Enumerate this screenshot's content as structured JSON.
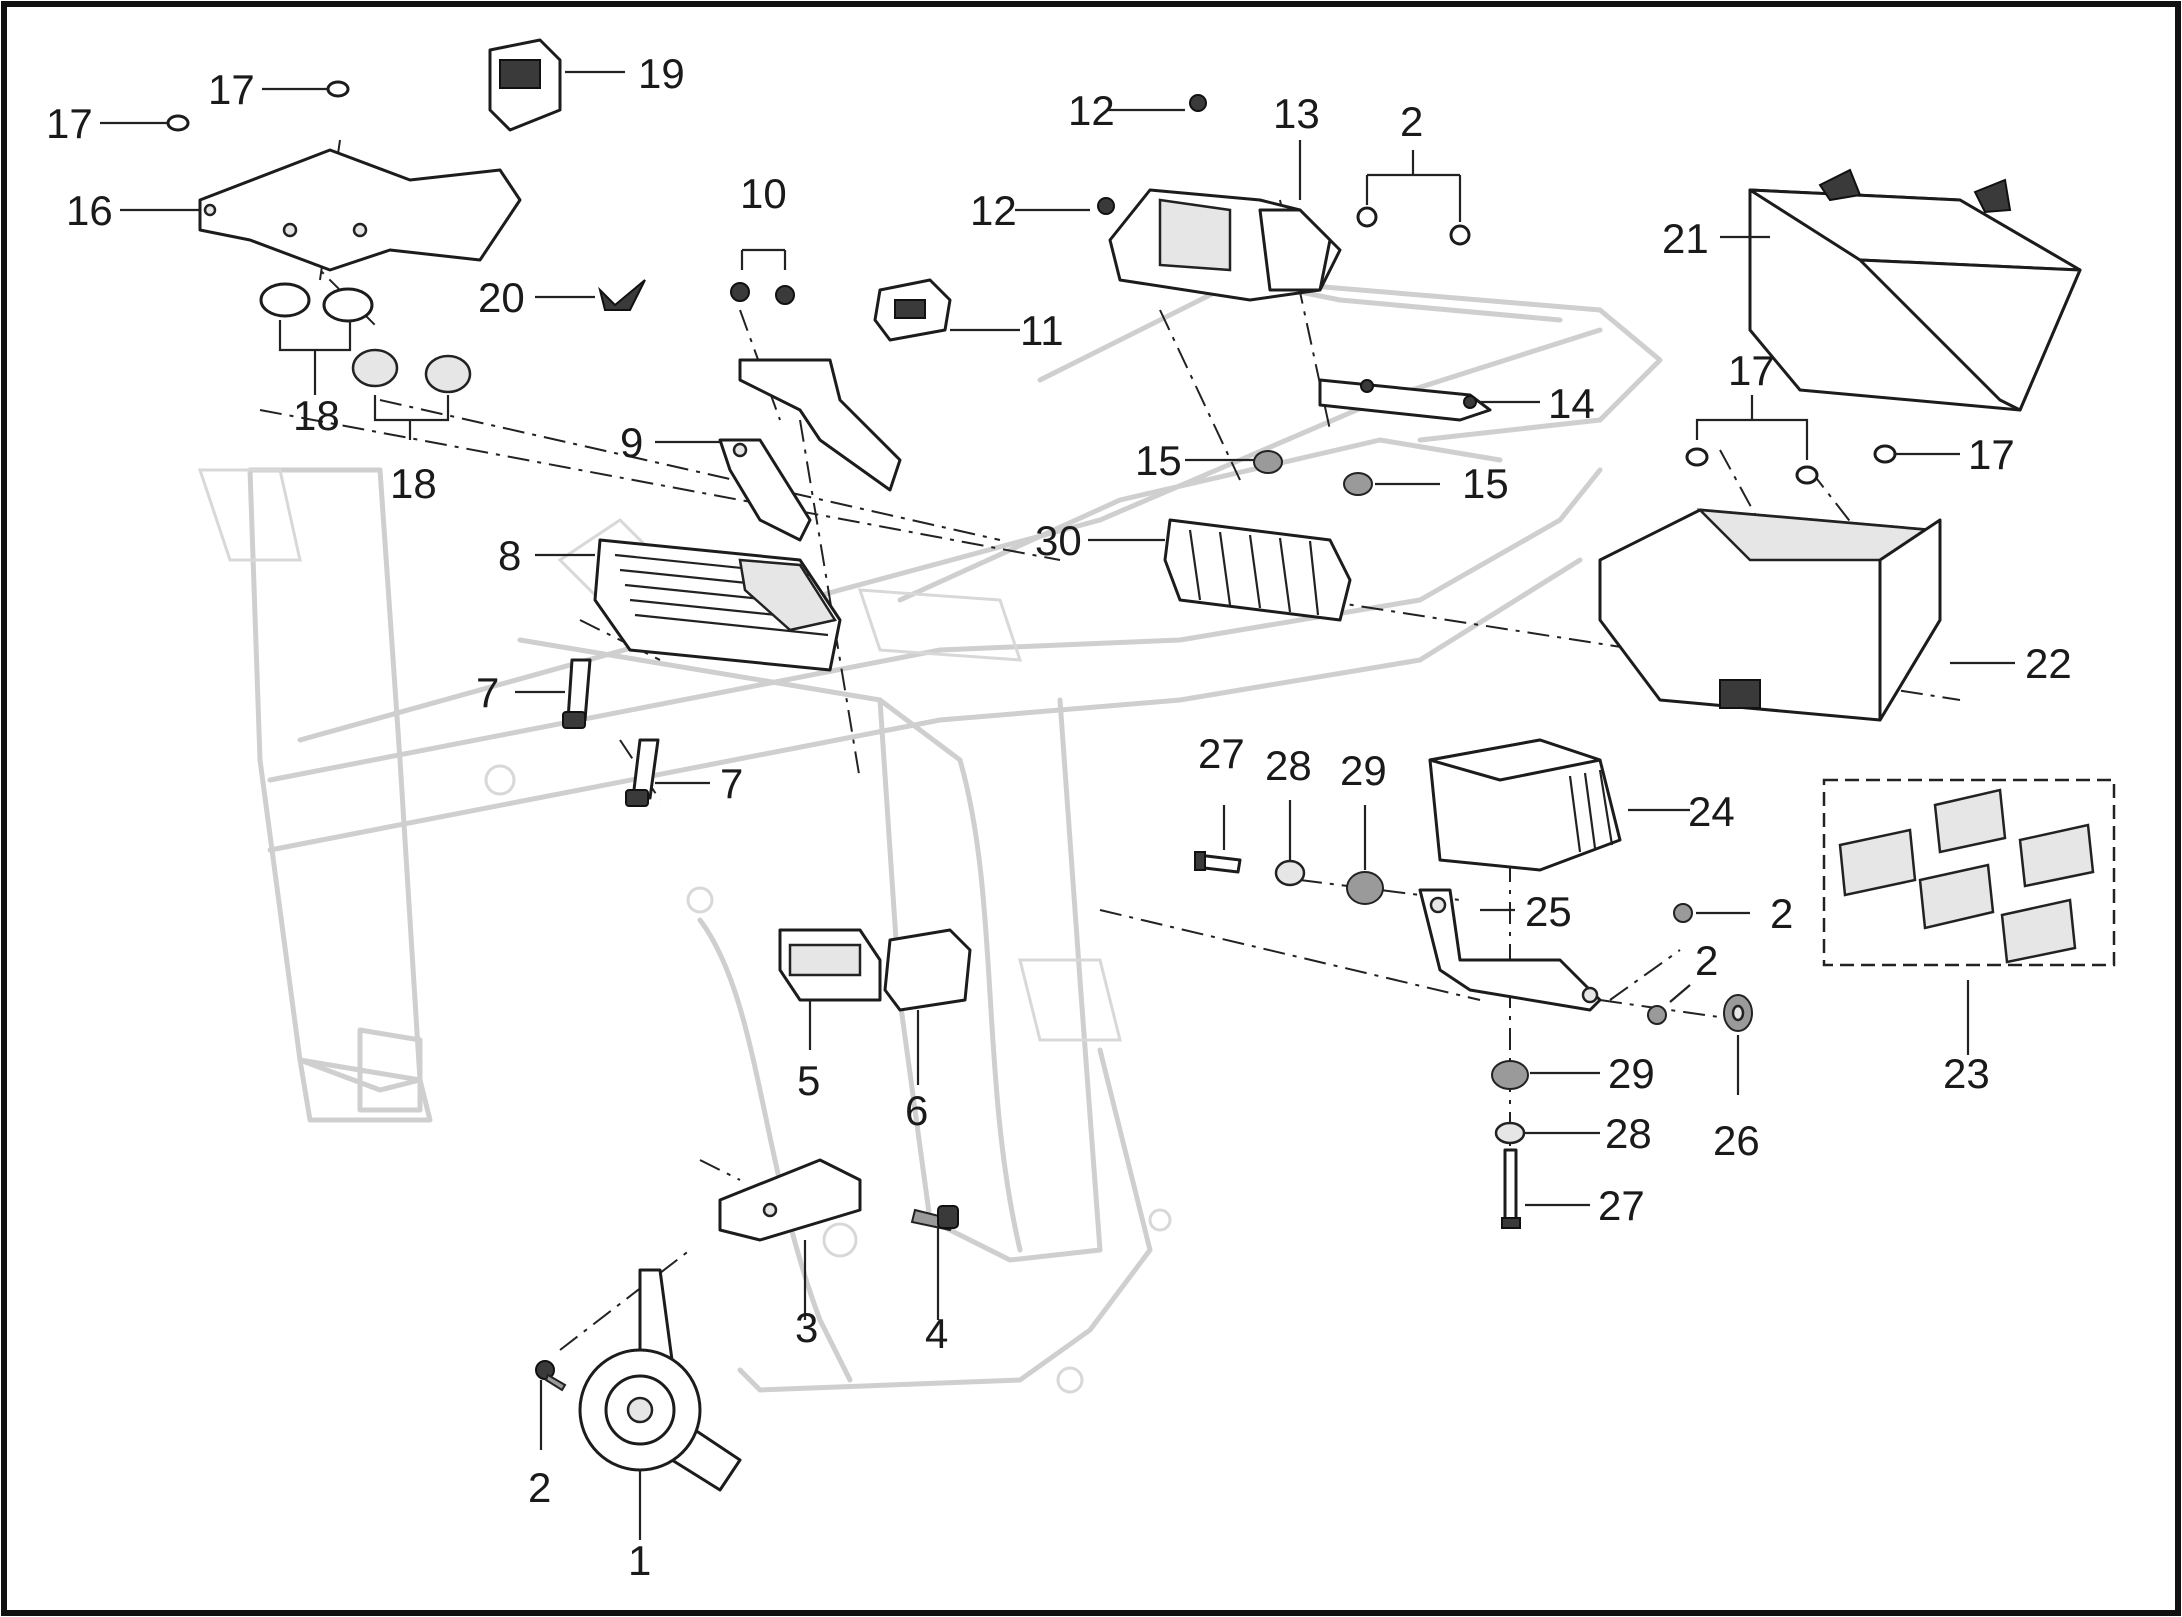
{
  "callouts": [
    {
      "id": "c1",
      "text": "1"
    },
    {
      "id": "c2a",
      "text": "2"
    },
    {
      "id": "c2b",
      "text": "2"
    },
    {
      "id": "c2c",
      "text": "2"
    },
    {
      "id": "c2d",
      "text": "2"
    },
    {
      "id": "c3",
      "text": "3"
    },
    {
      "id": "c4",
      "text": "4"
    },
    {
      "id": "c5",
      "text": "5"
    },
    {
      "id": "c6",
      "text": "6"
    },
    {
      "id": "c7a",
      "text": "7"
    },
    {
      "id": "c7b",
      "text": "7"
    },
    {
      "id": "c8",
      "text": "8"
    },
    {
      "id": "c9",
      "text": "9"
    },
    {
      "id": "c10",
      "text": "10"
    },
    {
      "id": "c11",
      "text": "11"
    },
    {
      "id": "c12a",
      "text": "12"
    },
    {
      "id": "c12b",
      "text": "12"
    },
    {
      "id": "c13",
      "text": "13"
    },
    {
      "id": "c14",
      "text": "14"
    },
    {
      "id": "c15a",
      "text": "15"
    },
    {
      "id": "c15b",
      "text": "15"
    },
    {
      "id": "c16",
      "text": "16"
    },
    {
      "id": "c17a",
      "text": "17"
    },
    {
      "id": "c17b",
      "text": "17"
    },
    {
      "id": "c17c",
      "text": "17"
    },
    {
      "id": "c17d",
      "text": "17"
    },
    {
      "id": "c18a",
      "text": "18"
    },
    {
      "id": "c18b",
      "text": "18"
    },
    {
      "id": "c19",
      "text": "19"
    },
    {
      "id": "c20",
      "text": "20"
    },
    {
      "id": "c21",
      "text": "21"
    },
    {
      "id": "c22",
      "text": "22"
    },
    {
      "id": "c23",
      "text": "23"
    },
    {
      "id": "c24",
      "text": "24"
    },
    {
      "id": "c25",
      "text": "25"
    },
    {
      "id": "c26",
      "text": "26"
    },
    {
      "id": "c27a",
      "text": "27"
    },
    {
      "id": "c27b",
      "text": "27"
    },
    {
      "id": "c28a",
      "text": "28"
    },
    {
      "id": "c28b",
      "text": "28"
    },
    {
      "id": "c29a",
      "text": "29"
    },
    {
      "id": "c29b",
      "text": "29"
    },
    {
      "id": "c30",
      "text": "30"
    }
  ]
}
